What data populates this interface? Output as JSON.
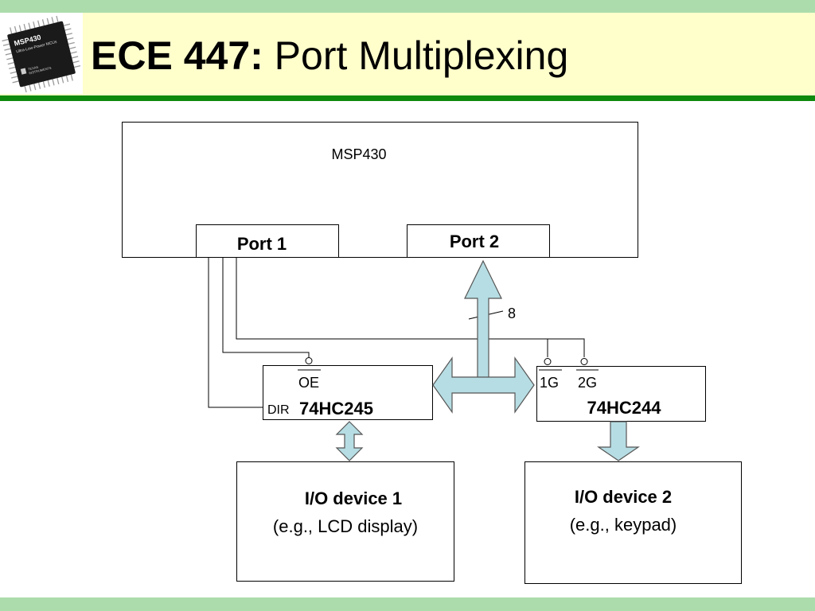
{
  "slide": {
    "title_prefix": "ECE 447:",
    "title_rest": " Port Multiplexing"
  },
  "logo": {
    "chip_name": "MSP430",
    "chip_subtitle": "Ultra-Low-Power MCUs",
    "maker_line1": "TEXAS",
    "maker_line2": "INSTRUMENTS"
  },
  "diagram": {
    "mcu_label": "MSP430",
    "port1_label": "Port 1",
    "port2_label": "Port 2",
    "bus_width": "8",
    "transceiver": {
      "name": "74HC245",
      "pin_oe": "OE",
      "pin_dir": "DIR"
    },
    "buffer": {
      "name": "74HC244",
      "pin_1g": "1G",
      "pin_2g": "2G"
    },
    "device1": {
      "title": "I/O device 1",
      "example": "(e.g., LCD display)"
    },
    "device2": {
      "title": "I/O device 2",
      "example": "(e.g., keypad)"
    }
  },
  "colors": {
    "band_green": "#acdcac",
    "rule_green": "#0d8a0d",
    "header_yellow": "#ffffcc",
    "arrow_fill": "#b6dde3"
  }
}
